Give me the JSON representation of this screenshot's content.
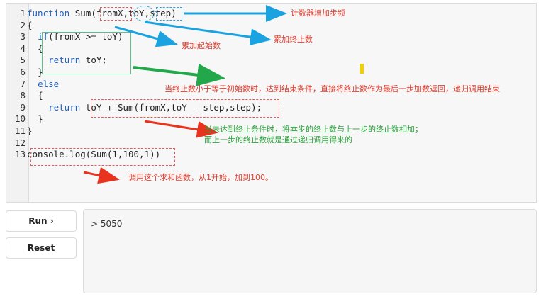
{
  "editor": {
    "line_numbers": [
      "1",
      "2",
      "3",
      "4",
      "5",
      "6",
      "7",
      "8",
      "9",
      "10",
      "11",
      "12",
      "13"
    ],
    "lines": [
      {
        "indent": "",
        "kw": "function",
        "text": " Sum(fromX,toY,step)"
      },
      {
        "indent": "",
        "kw": "",
        "text": "{"
      },
      {
        "indent": "  ",
        "kw": "if",
        "text": "(fromX >= toY)"
      },
      {
        "indent": "  ",
        "kw": "",
        "text": "{"
      },
      {
        "indent": "    ",
        "kw": "return",
        "text": " toY;"
      },
      {
        "indent": "  ",
        "kw": "",
        "text": "}"
      },
      {
        "indent": "  ",
        "kw": "else",
        "text": ""
      },
      {
        "indent": "  ",
        "kw": "",
        "text": "{"
      },
      {
        "indent": "    ",
        "kw": "return",
        "text": " toY + Sum(fromX,toY - step,step);"
      },
      {
        "indent": "  ",
        "kw": "",
        "text": "}"
      },
      {
        "indent": "",
        "kw": "",
        "text": "}"
      },
      {
        "indent": "",
        "kw": "",
        "text": ""
      },
      {
        "indent": "",
        "kw": "",
        "text": "console.log(Sum(1,100,1))"
      }
    ]
  },
  "annotations": {
    "step": "计数器增加步频",
    "toY": "累加终止数",
    "fromX": "累加起始数",
    "base_case": "当终止数小于等于初始数时，达到结束条件，直接将终止数作为最后一步加数返回，递归调用结束",
    "recursive_1": "当未达到终止条件时，将本步的终止数与上一步的终止数相加；",
    "recursive_2": "而上一步的终止数就是通过递归调用得来的",
    "call": "调用这个求和函数，从1开始，加到100。"
  },
  "colors": {
    "arrow_blue": "#1aa3e0",
    "arrow_green": "#22a84a",
    "arrow_red": "#e8331f",
    "note_red": "#e23b2e",
    "note_green": "#27a23a"
  },
  "buttons": {
    "run": "Run ›",
    "reset": "Reset"
  },
  "console": {
    "output": "> 5050"
  }
}
